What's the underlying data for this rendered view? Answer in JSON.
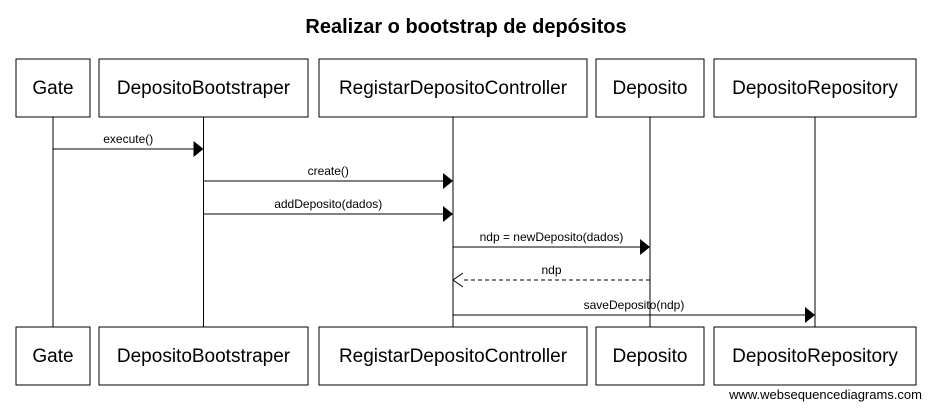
{
  "diagram": {
    "title": "Realizar o bootstrap de depósitos",
    "participants": [
      {
        "id": "gate",
        "name": "Gate"
      },
      {
        "id": "bootstraper",
        "name": "DepositoBootstraper"
      },
      {
        "id": "controller",
        "name": "RegistarDepositoController"
      },
      {
        "id": "deposito",
        "name": "Deposito"
      },
      {
        "id": "repository",
        "name": "DepositoRepository"
      }
    ],
    "messages": [
      {
        "from": "gate",
        "to": "bootstraper",
        "label": "execute()",
        "style": "solid"
      },
      {
        "from": "bootstraper",
        "to": "controller",
        "label": "create()",
        "style": "solid"
      },
      {
        "from": "bootstraper",
        "to": "controller",
        "label": "addDeposito(dados)",
        "style": "solid"
      },
      {
        "from": "controller",
        "to": "deposito",
        "label": "ndp = newDeposito(dados)",
        "style": "solid"
      },
      {
        "from": "deposito",
        "to": "controller",
        "label": "ndp",
        "style": "dashed"
      },
      {
        "from": "controller",
        "to": "repository",
        "label": "saveDeposito(ndp)",
        "style": "solid"
      }
    ],
    "footer": "www.websequencediagrams.com"
  }
}
